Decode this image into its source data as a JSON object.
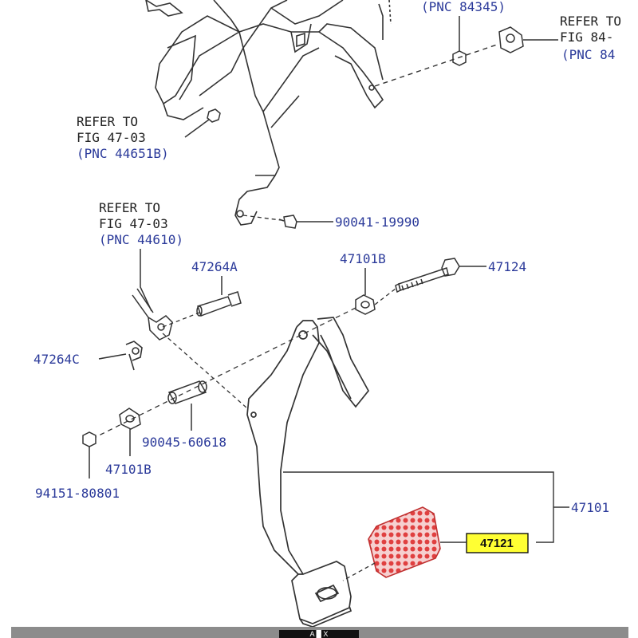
{
  "colors": {
    "line": "#333333",
    "reference_text": "#2b3a9a",
    "highlight_fill": "#ffff33",
    "pedal_pad": "#e04040"
  },
  "labels": {
    "pnc_84345": "(PNC 84345)",
    "refer_to_top_right": "REFER TO",
    "fig_84_top_right": "FIG 84-",
    "pnc_84_top_right": "(PNC 84",
    "refer_to_47_03_a": "REFER TO",
    "fig_47_03_a": "FIG 47-03",
    "pnc_44651b": "(PNC 44651B)",
    "part_90041_19990": "90041-19990",
    "refer_to_47_03_b": "REFER TO",
    "fig_47_03_b": "FIG 47-03",
    "pnc_44610": "(PNC 44610)",
    "part_47264a": "47264A",
    "part_47101b_top": "47101B",
    "part_47124": "47124",
    "part_47264c": "47264C",
    "part_90045_60618": "90045-60618",
    "part_47101b_bottom": "47101B",
    "part_94151_80801": "94151-80801",
    "part_47101": "47101",
    "part_47121": "47121"
  },
  "footer": {
    "logo_text": "A █ X"
  }
}
